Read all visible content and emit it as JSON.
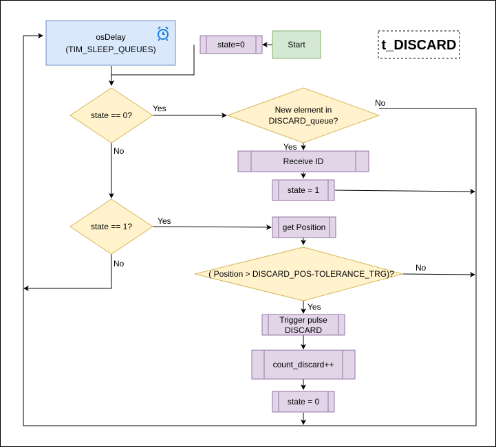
{
  "title": "t_DISCARD",
  "nodes": {
    "os_delay_line1": "osDelay",
    "os_delay_line2": "(TIM_SLEEP_QUEUES)",
    "state_init": "state=0",
    "start": "Start",
    "decision_state0": "state ==  0?",
    "decision_new_element_line1": "New element in",
    "decision_new_element_line2": "DISCARD_queue?",
    "receive_id": "Receive ID",
    "state_set1": "state = 1",
    "decision_state1": "state ==  1?",
    "get_position": "get Position",
    "decision_position": "( Position > DISCARD_POS-TOLERANCE_TRG)?",
    "trigger_pulse_line1": "Trigger pulse",
    "trigger_pulse_line2": "DISCARD",
    "count_discard": "count_discard++",
    "state_set0": "state = 0"
  },
  "edge_labels": {
    "state0_yes": "Yes",
    "state0_no": "No",
    "new_element_yes": "Yes",
    "new_element_no": "No",
    "state1_yes": "Yes",
    "state1_no": "No",
    "position_yes": "Yes",
    "position_no": "No"
  },
  "colors": {
    "process_fill": "#e1d5e7",
    "process_stroke": "#9673a6",
    "decision_fill": "#fff2cc",
    "decision_stroke": "#d6b656",
    "delay_fill": "#dae8fc",
    "delay_stroke": "#6c8ebf",
    "start_fill": "#d5e8d4",
    "start_stroke": "#82b366",
    "clock_icon": "#1a7fe0"
  },
  "icons": {
    "delay_icon": "alarm-clock-icon"
  }
}
